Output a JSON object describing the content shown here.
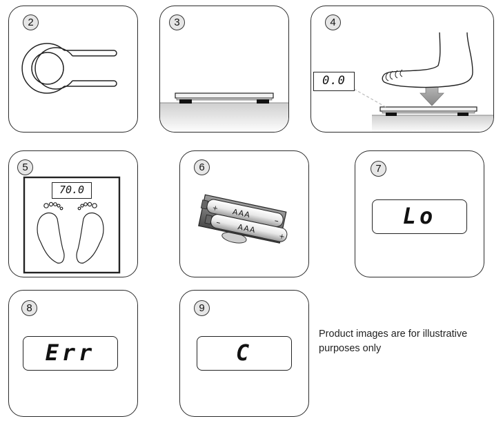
{
  "steps": [
    {
      "number": "2",
      "icon": "pull-tab-icon"
    },
    {
      "number": "3",
      "icon": "scale-on-floor-icon"
    },
    {
      "number": "4",
      "icon": "foot-stepping-on-scale-icon",
      "display": "0.0"
    },
    {
      "number": "5",
      "icon": "feet-on-scale-icon",
      "display": "70.0"
    },
    {
      "number": "6",
      "icon": "aaa-batteries-icon",
      "battery_label": "AAA"
    },
    {
      "number": "7",
      "display": "Lo"
    },
    {
      "number": "8",
      "display": "Err"
    },
    {
      "number": "9",
      "display": "C"
    }
  ],
  "note": "Product images are for illustrative purposes only"
}
